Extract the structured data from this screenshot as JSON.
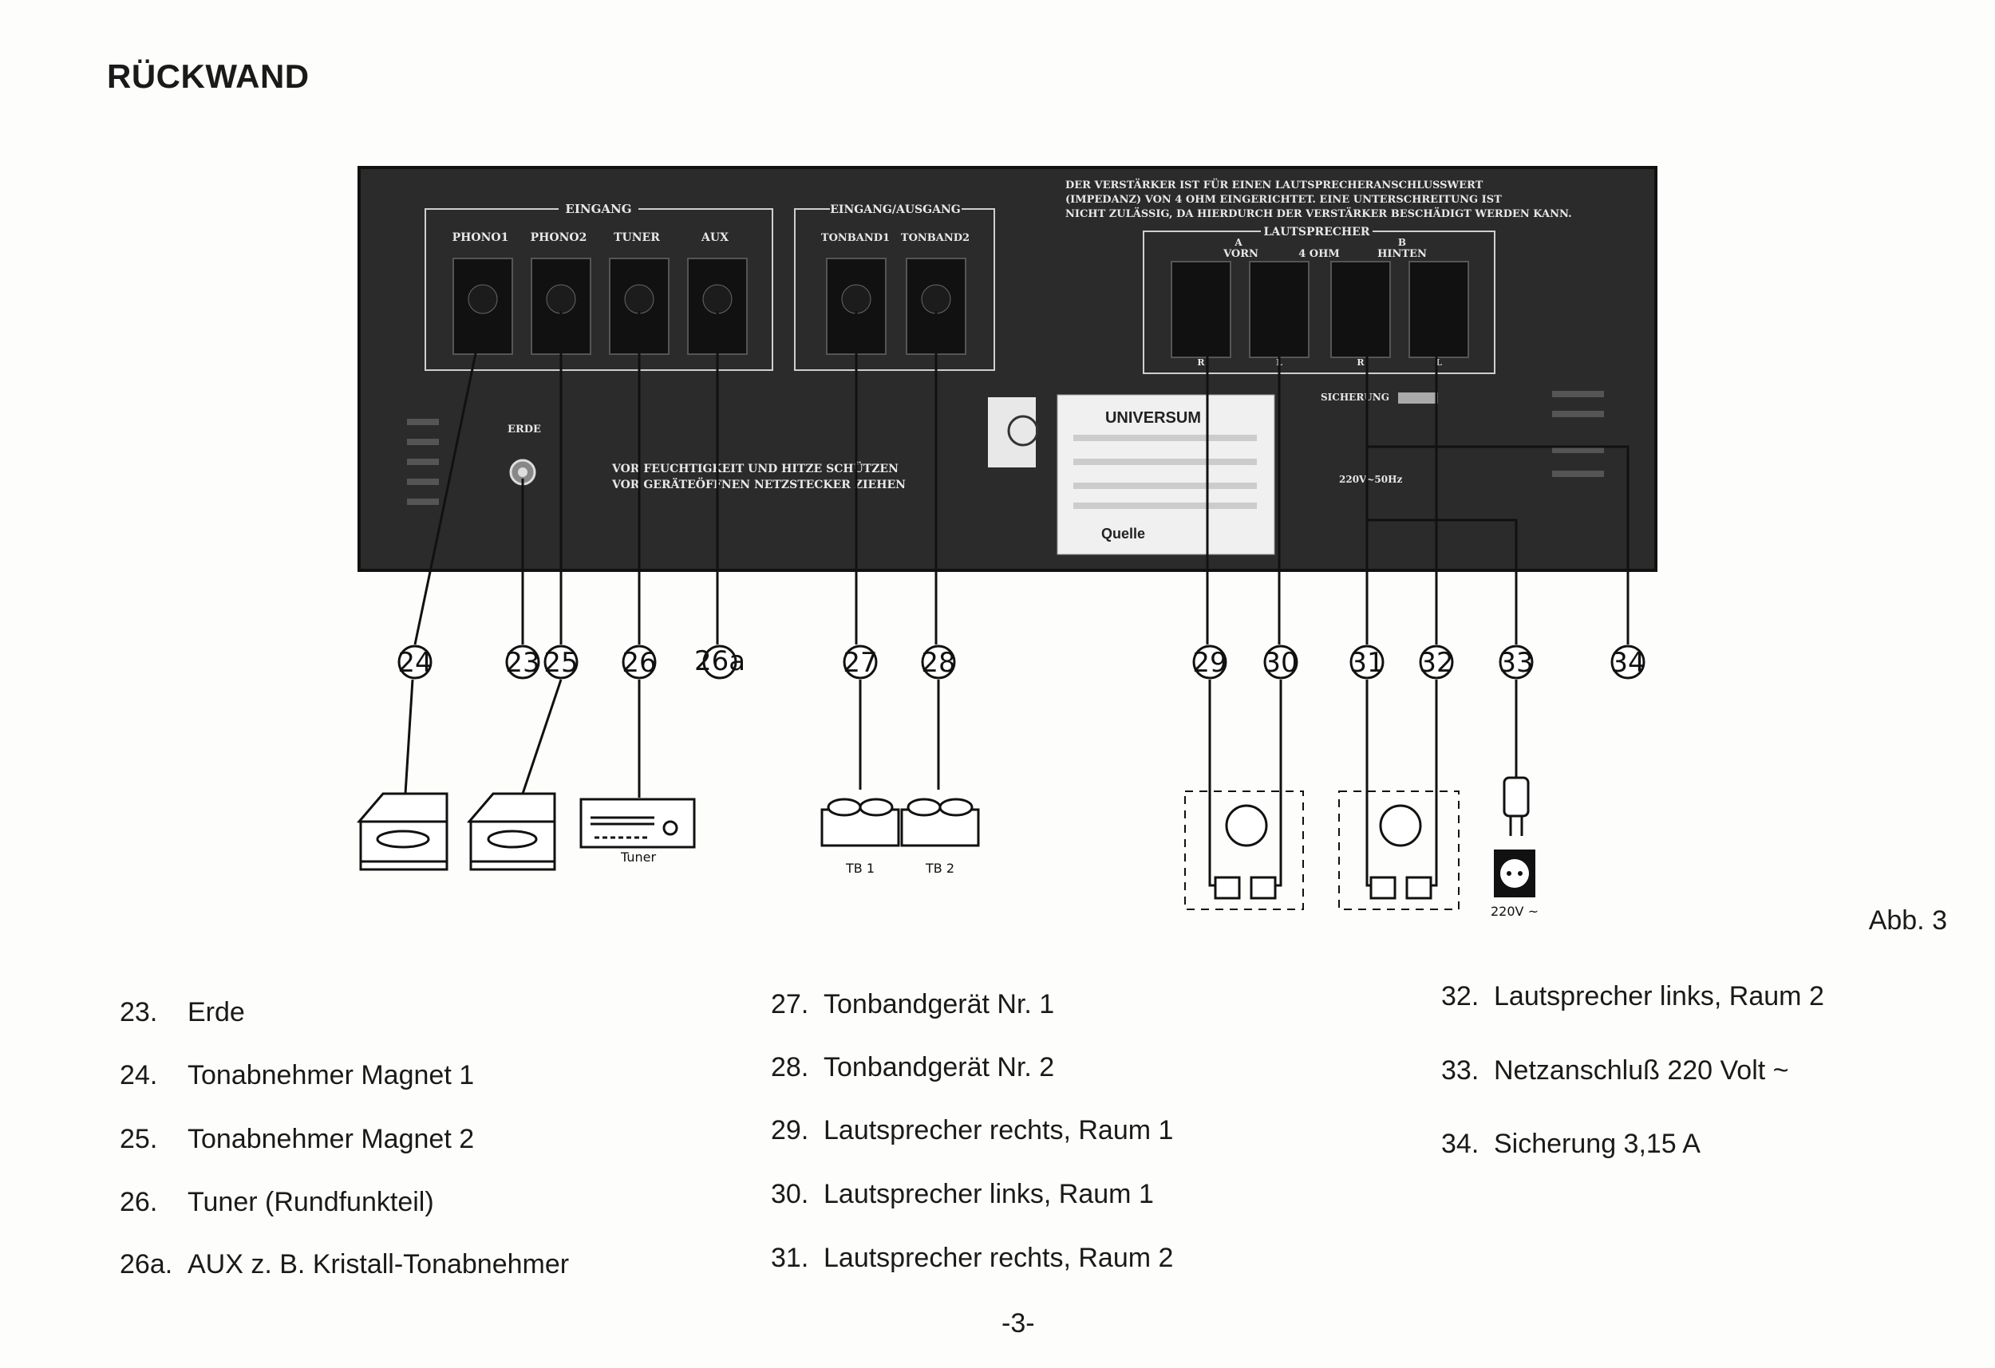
{
  "page": {
    "title": "RÜCKWAND",
    "figure_label": "Abb. 3",
    "page_number": "-3-"
  },
  "panel": {
    "group_eingang": "EINGANG",
    "group_eingang_ausgang": "EINGANG/AUSGANG",
    "group_lautsprecher": "LAUTSPRECHER",
    "sockets_in": [
      "PHONO1",
      "PHONO2",
      "TUNER",
      "AUX"
    ],
    "sockets_io": [
      "TONBAND1",
      "TONBAND2"
    ],
    "speaker_a": "A",
    "speaker_b": "B",
    "speaker_vorn": "VORN",
    "speaker_ohm": "4 OHM",
    "speaker_hinten": "HINTEN",
    "warning_lines": [
      "DER VERSTÄRKER IST FÜR EINEN LAUTSPRECHERANSCHLUSSWERT",
      "(IMPEDANZ) VON 4 OHM EINGERICHTET. EINE UNTERSCHREITUNG IST",
      "NICHT ZULÄSSIG, DA HIERDURCH DER VERSTÄRKER BESCHÄDIGT WERDEN KANN."
    ],
    "erde": "ERDE",
    "moisture_lines": [
      "VOR FEUCHTIGKEIT UND HITZE SCHÜTZEN",
      "VOR GERÄTEÖFFNEN NETZSTECKER ZIEHEN"
    ],
    "sicherung": "SICHERUNG",
    "mains": "220V~50Hz",
    "plate_brand": "UNIVERSUM",
    "plate_maker": "Quelle",
    "speaker_lr": [
      "R",
      "L",
      "R",
      "L"
    ]
  },
  "callouts": [
    "24",
    "23",
    "25",
    "26",
    "26a",
    "27",
    "28",
    "29",
    "30",
    "31",
    "32",
    "33",
    "34"
  ],
  "devices": {
    "tuner": "Tuner",
    "tb1": "TB 1",
    "tb2": "TB 2",
    "outlet": "220V ~"
  },
  "legend": {
    "col1": [
      {
        "num": "23.",
        "text": "Erde"
      },
      {
        "num": "24.",
        "text": "Tonabnehmer Magnet 1"
      },
      {
        "num": "25.",
        "text": "Tonabnehmer Magnet 2"
      },
      {
        "num": "26.",
        "text": "Tuner (Rundfunkteil)"
      },
      {
        "num": "26a.",
        "text": "AUX z. B. Kristall-Tonabnehmer"
      }
    ],
    "col2": [
      {
        "num": "27.",
        "text": "Tonbandgerät Nr. 1"
      },
      {
        "num": "28.",
        "text": "Tonbandgerät Nr. 2"
      },
      {
        "num": "29.",
        "text": "Lautsprecher rechts, Raum 1"
      },
      {
        "num": "30.",
        "text": "Lautsprecher links, Raum 1"
      },
      {
        "num": "31.",
        "text": "Lautsprecher rechts, Raum 2"
      }
    ],
    "col3": [
      {
        "num": "32.",
        "text": "Lautsprecher links, Raum 2"
      },
      {
        "num": "33.",
        "text": "Netzanschluß 220 Volt ~"
      },
      {
        "num": "34.",
        "text": "Sicherung 3,15 A"
      }
    ]
  }
}
